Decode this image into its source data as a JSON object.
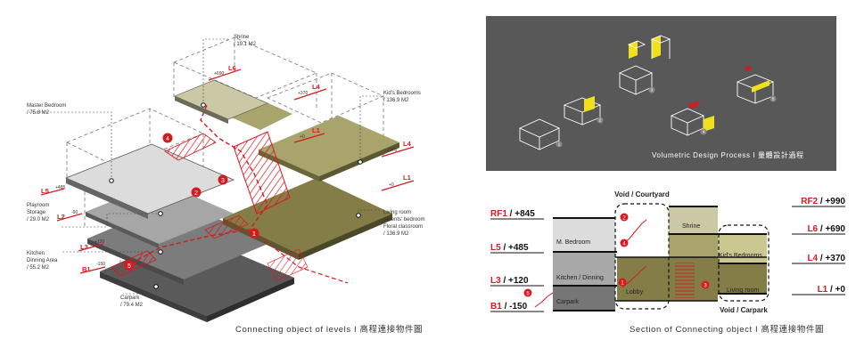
{
  "left_diagram": {
    "caption": "Connecting object of levels  I  高程連接物件圖",
    "levels": {
      "b1": "B1",
      "l2": "L2",
      "l3": "L3",
      "l4": "L4",
      "l5": "L5",
      "l6": "L6",
      "l1": "L1"
    },
    "level_values": {
      "b1": "-150",
      "l2": "-90",
      "l3": "+120",
      "l5": "+485",
      "l6": "+690",
      "l4": "+370",
      "l1a": "+0",
      "l4b": "+370",
      "l1b": "+0"
    },
    "rooms": {
      "shrine": "Shrine",
      "shrine_area": "/ 19.1 M2",
      "master": "Master Bedroom",
      "master_area": "/ 75.8 M2",
      "kids": "Kid's Bedrooms",
      "kids_area": "/ 136.9 M2",
      "play1": "Playroom",
      "play2": "Storage",
      "play_area": "/ 29.0 M2",
      "kitchen1": "Kitchen",
      "kitchen2": "Dinning Area",
      "kitchen_area": "/ 55.2 M2",
      "carpark": "Carpark",
      "carpark_area": "/ 79.4 M2",
      "living1": "Living room",
      "living2": "parents' bedroom",
      "living3": "Floral classroom",
      "living_area": "/ 136.9 M2"
    },
    "markers": [
      "1",
      "2",
      "3",
      "4",
      "5"
    ]
  },
  "top_panel": {
    "caption": "Volumetric Design Process  I  量體設計過程",
    "steps": [
      "1",
      "2",
      "3",
      "4",
      "5"
    ]
  },
  "section": {
    "caption": "Section of Connecting object  I  高程連接物件圖",
    "void_courtyard": "Void / Courtyard",
    "void_carpark": "Void / Carpark",
    "left_levels": [
      {
        "id": "RF1",
        "value": "+845"
      },
      {
        "id": "L5",
        "value": "+485"
      },
      {
        "id": "L3",
        "value": "+120"
      },
      {
        "id": "B1",
        "value": "-150"
      }
    ],
    "right_levels": [
      {
        "id": "RF2",
        "value": "+990"
      },
      {
        "id": "L6",
        "value": "+690"
      },
      {
        "id": "L4",
        "value": "+370"
      },
      {
        "id": "L1",
        "value": "+0"
      }
    ],
    "rooms": {
      "master": "M. Bedroom",
      "kitchen": "Kitchen / Dinning",
      "carpark": "Carpark",
      "lobby": "Lobby",
      "shrine": "Shrine",
      "kids": "Kid's Bedrooms",
      "living": "Living room"
    },
    "markers": [
      "1",
      "2",
      "3",
      "4",
      "5"
    ],
    "colors": {
      "accent": "#d71920",
      "olive": "#847d48",
      "khaki": "#cbc790"
    }
  }
}
